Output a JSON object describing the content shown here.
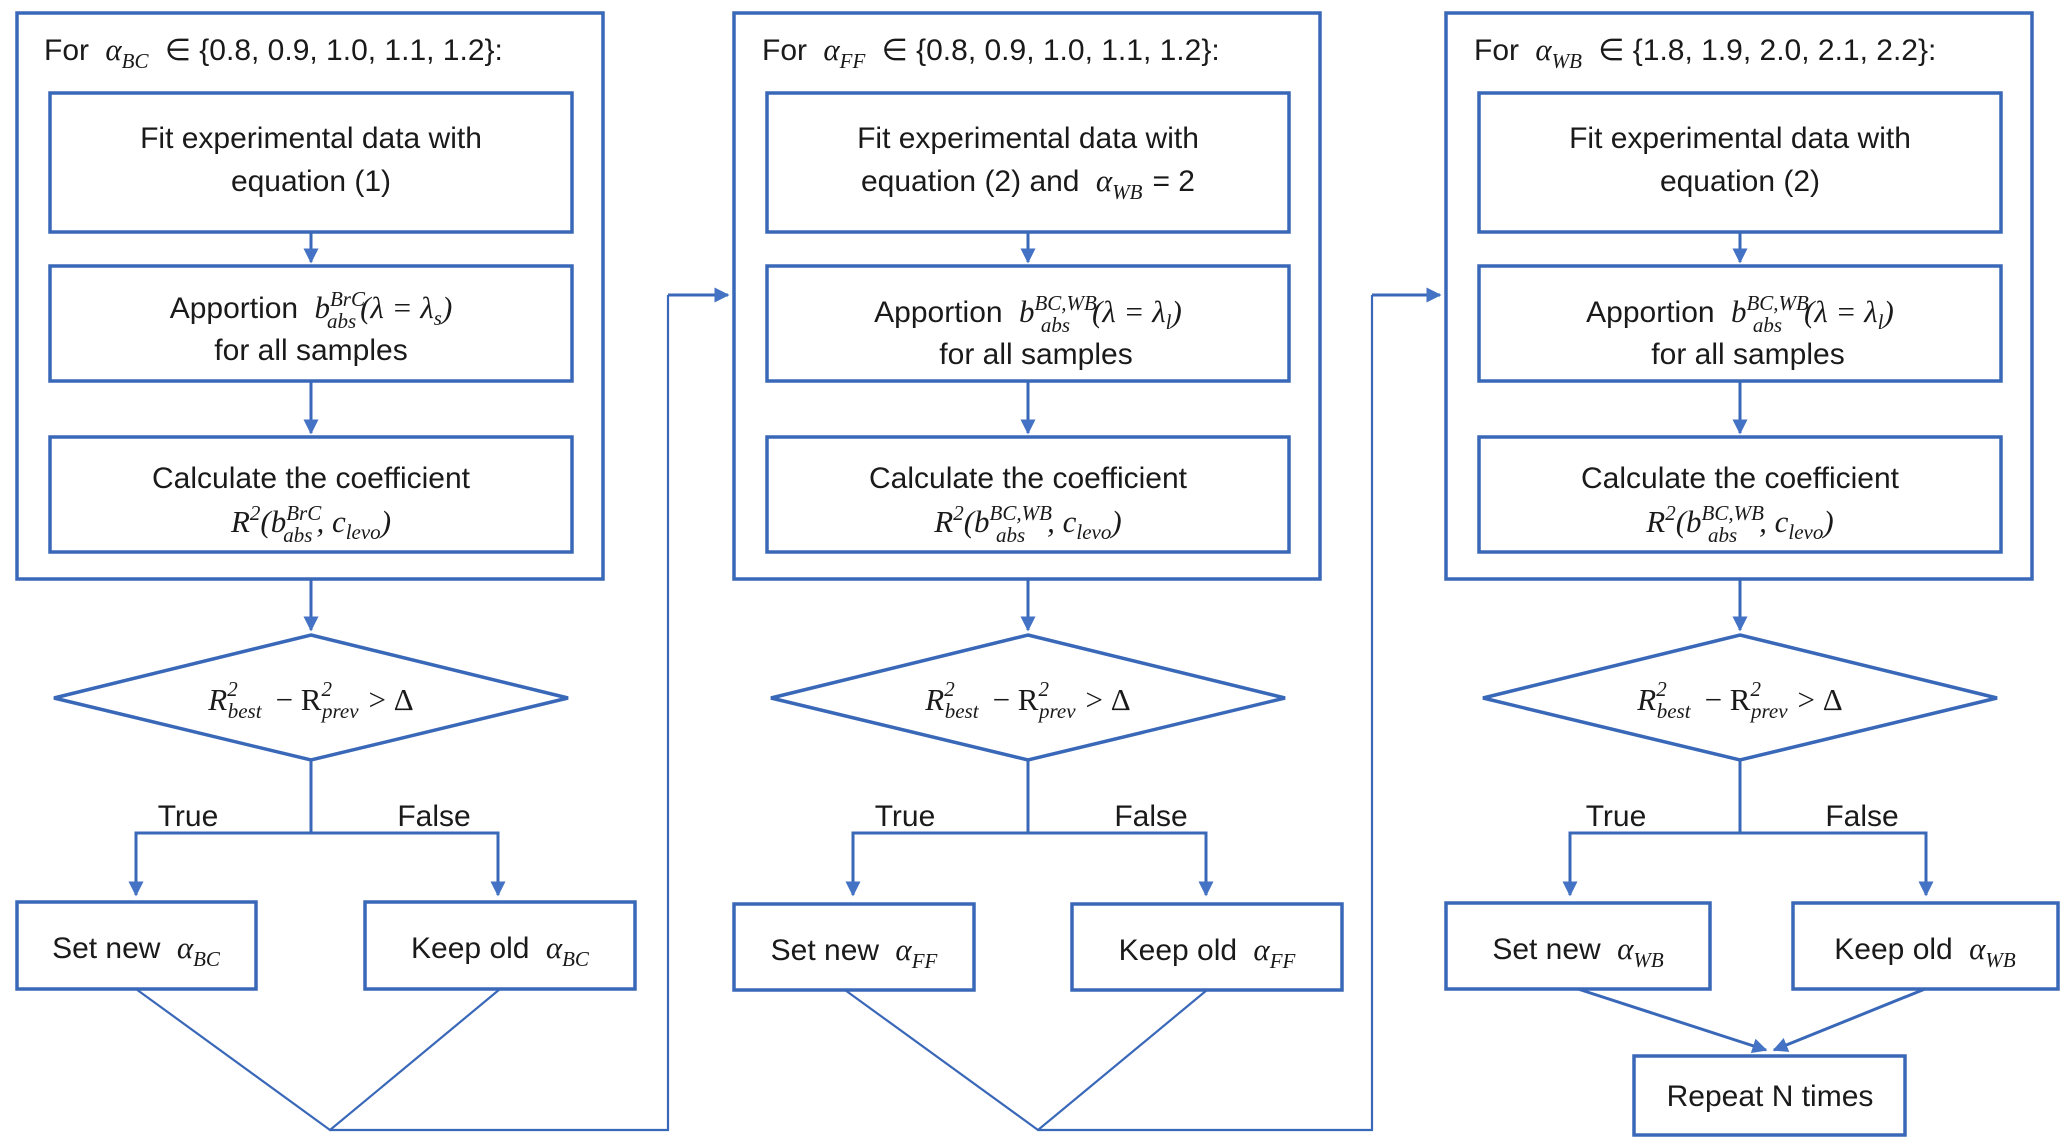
{
  "colors": {
    "stroke": "#3a68b8",
    "arrow": "#4472c4",
    "text": "#1a1a1a",
    "background": "#ffffff"
  },
  "columns": [
    {
      "loop": {
        "prefix": "For",
        "var": "α",
        "var_sub": "BC",
        "set": "∈ {0.8, 0.9, 1.0, 1.1, 1.2}:"
      },
      "fit": {
        "line1": "Fit experimental data with",
        "line2": "equation (1)"
      },
      "apportion": {
        "prefix": "Apportion",
        "b": "b",
        "sup": "BrC",
        "sub": "abs",
        "arg": "(λ = λ",
        "arg_sub": "s",
        "arg_end": ")",
        "line2": "for all samples"
      },
      "coefficient": {
        "line1": "Calculate the coefficient",
        "r": "R",
        "r_sup": "2",
        "open": "(",
        "b": "b",
        "sup": "BrC",
        "sub": "abs",
        "comma": ", c",
        "c_sub": "levo",
        "close": ")"
      },
      "decision": {
        "r1": "R",
        "r1_sup": "2",
        "r1_sub": "best",
        "minus": "− R",
        "r2_sup": "2",
        "r2_sub": "prev",
        "gt": "> Δ"
      },
      "true_label": "True",
      "false_label": "False",
      "set_new": {
        "prefix": "Set new",
        "var": "α",
        "var_sub": "BC"
      },
      "keep_old": {
        "prefix": "Keep old",
        "var": "α",
        "var_sub": "BC"
      }
    },
    {
      "loop": {
        "prefix": "For",
        "var": "α",
        "var_sub": "FF",
        "set": "∈ {0.8, 0.9, 1.0, 1.1, 1.2}:"
      },
      "fit": {
        "line1": "Fit experimental data with",
        "line2": "equation (2) and",
        "line2_var": "α",
        "line2_var_sub": "WB",
        "line2_end": "= 2"
      },
      "apportion": {
        "prefix": "Apportion",
        "b": "b",
        "sup": "BC,WB",
        "sub": "abs",
        "arg": "(λ = λ",
        "arg_sub": "l",
        "arg_end": ")",
        "line2": "for all samples"
      },
      "coefficient": {
        "line1": "Calculate the coefficient",
        "r": "R",
        "r_sup": "2",
        "open": "(",
        "b": "b",
        "sup": "BC,WB",
        "sub": "abs",
        "comma": ", c",
        "c_sub": "levo",
        "close": ")"
      },
      "decision": {
        "r1": "R",
        "r1_sup": "2",
        "r1_sub": "best",
        "minus": "− R",
        "r2_sup": "2",
        "r2_sub": "prev",
        "gt": "> Δ"
      },
      "true_label": "True",
      "false_label": "False",
      "set_new": {
        "prefix": "Set new",
        "var": "α",
        "var_sub": "FF"
      },
      "keep_old": {
        "prefix": "Keep old",
        "var": "α",
        "var_sub": "FF"
      }
    },
    {
      "loop": {
        "prefix": "For",
        "var": "α",
        "var_sub": "WB",
        "set": "∈ {1.8, 1.9, 2.0, 2.1, 2.2}:"
      },
      "fit": {
        "line1": "Fit experimental data with",
        "line2": "equation (2)"
      },
      "apportion": {
        "prefix": "Apportion",
        "b": "b",
        "sup": "BC,WB",
        "sub": "abs",
        "arg": "(λ = λ",
        "arg_sub": "l",
        "arg_end": ")",
        "line2": "for all samples"
      },
      "coefficient": {
        "line1": "Calculate the coefficient",
        "r": "R",
        "r_sup": "2",
        "open": "(",
        "b": "b",
        "sup": "BC,WB",
        "sub": "abs",
        "comma": ", c",
        "c_sub": "levo",
        "close": ")"
      },
      "decision": {
        "r1": "R",
        "r1_sup": "2",
        "r1_sub": "best",
        "minus": "− R",
        "r2_sup": "2",
        "r2_sub": "prev",
        "gt": "> Δ"
      },
      "true_label": "True",
      "false_label": "False",
      "set_new": {
        "prefix": "Set new",
        "var": "α",
        "var_sub": "WB"
      },
      "keep_old": {
        "prefix": "Keep old",
        "var": "α",
        "var_sub": "WB"
      }
    }
  ],
  "repeat_label": "Repeat N times"
}
